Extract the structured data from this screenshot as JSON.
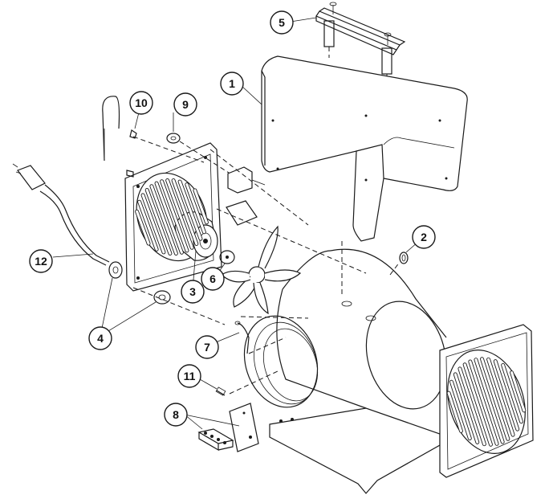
{
  "callouts": {
    "c1": "1",
    "c2": "2",
    "c3": "3",
    "c4": "4",
    "c5": "5",
    "c6": "6",
    "c7": "7",
    "c8": "8",
    "c9": "9",
    "c10": "10",
    "c11": "11",
    "c12": "12"
  },
  "parts": [
    {
      "id": "1",
      "icon": "top-cover-icon"
    },
    {
      "id": "2",
      "icon": "bushing-icon"
    },
    {
      "id": "3",
      "icon": "fan-motor-icon"
    },
    {
      "id": "4",
      "icon": "strain-relief-icon"
    },
    {
      "id": "5",
      "icon": "handle-icon"
    },
    {
      "id": "6",
      "icon": "fan-blade-icon"
    },
    {
      "id": "7",
      "icon": "heating-element-icon"
    },
    {
      "id": "8",
      "icon": "terminal-block-icon"
    },
    {
      "id": "9",
      "icon": "thermostat-knob-icon"
    },
    {
      "id": "10",
      "icon": "thermostat-icon"
    },
    {
      "id": "11",
      "icon": "fuse-icon"
    },
    {
      "id": "12",
      "icon": "power-cord-icon"
    }
  ]
}
